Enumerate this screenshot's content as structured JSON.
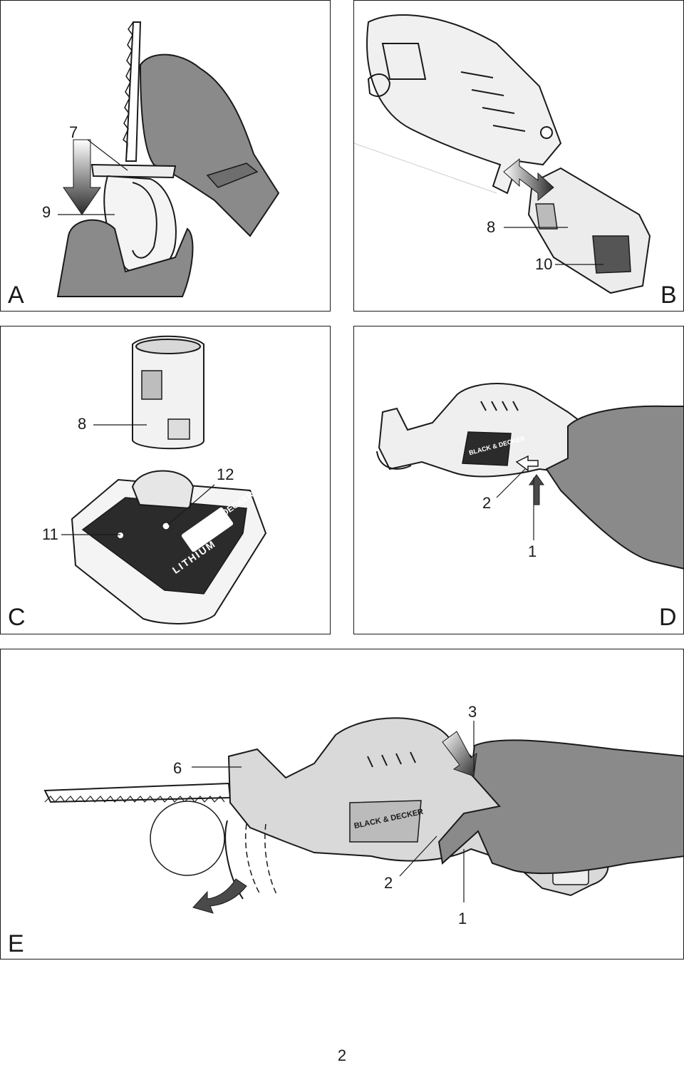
{
  "panels": {
    "a": {
      "letter": "A",
      "callouts": {
        "c7": "7",
        "c9": "9"
      }
    },
    "b": {
      "letter": "B",
      "callouts": {
        "c8": "8",
        "c10": "10"
      }
    },
    "c": {
      "letter": "C",
      "callouts": {
        "c8": "8",
        "c11": "11",
        "c12": "12"
      },
      "charger_text": "LITHIUM"
    },
    "d": {
      "letter": "D",
      "callouts": {
        "c2": "2",
        "c1": "1"
      }
    },
    "e": {
      "letter": "E",
      "callouts": {
        "c3": "3",
        "c6": "6",
        "c2": "2",
        "c1": "1"
      }
    }
  },
  "brand_logo": "BLACK & DECKER",
  "page_number": "2",
  "colors": {
    "line": "#1a1a1a",
    "glove": "#8a8a8a",
    "tool_fill": "#d9d9d9",
    "arrow": "#4a4a4a"
  }
}
